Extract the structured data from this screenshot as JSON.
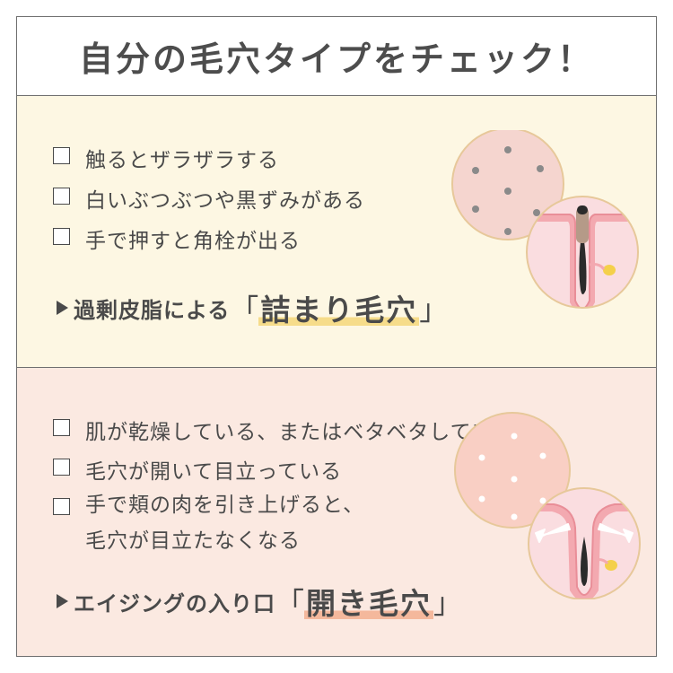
{
  "title": "自分の毛穴タイプをチェック！",
  "clogged": {
    "items": [
      "触るとザラザラする",
      "白いぶつぶつや黒ずみがある",
      "手で押すと角栓が出る"
    ],
    "conclusion_lead": "過剰皮脂による",
    "conclusion_open_bracket": "「",
    "conclusion_highlight": "詰まり毛穴",
    "conclusion_close_bracket": "」",
    "highlight_color": "#f6dc8a"
  },
  "open": {
    "items": [
      [
        "肌が乾燥している、またはベタベタしている"
      ],
      [
        "毛穴が開いて目立っている"
      ],
      [
        "手で頬の肉を引き上げると、",
        "毛穴が目立たなくなる"
      ]
    ],
    "conclusion_lead": "エイジングの入り口",
    "conclusion_open_bracket": "「",
    "conclusion_highlight": "開き毛穴",
    "conclusion_close_bracket": "」",
    "highlight_color": "#f4b89c"
  }
}
